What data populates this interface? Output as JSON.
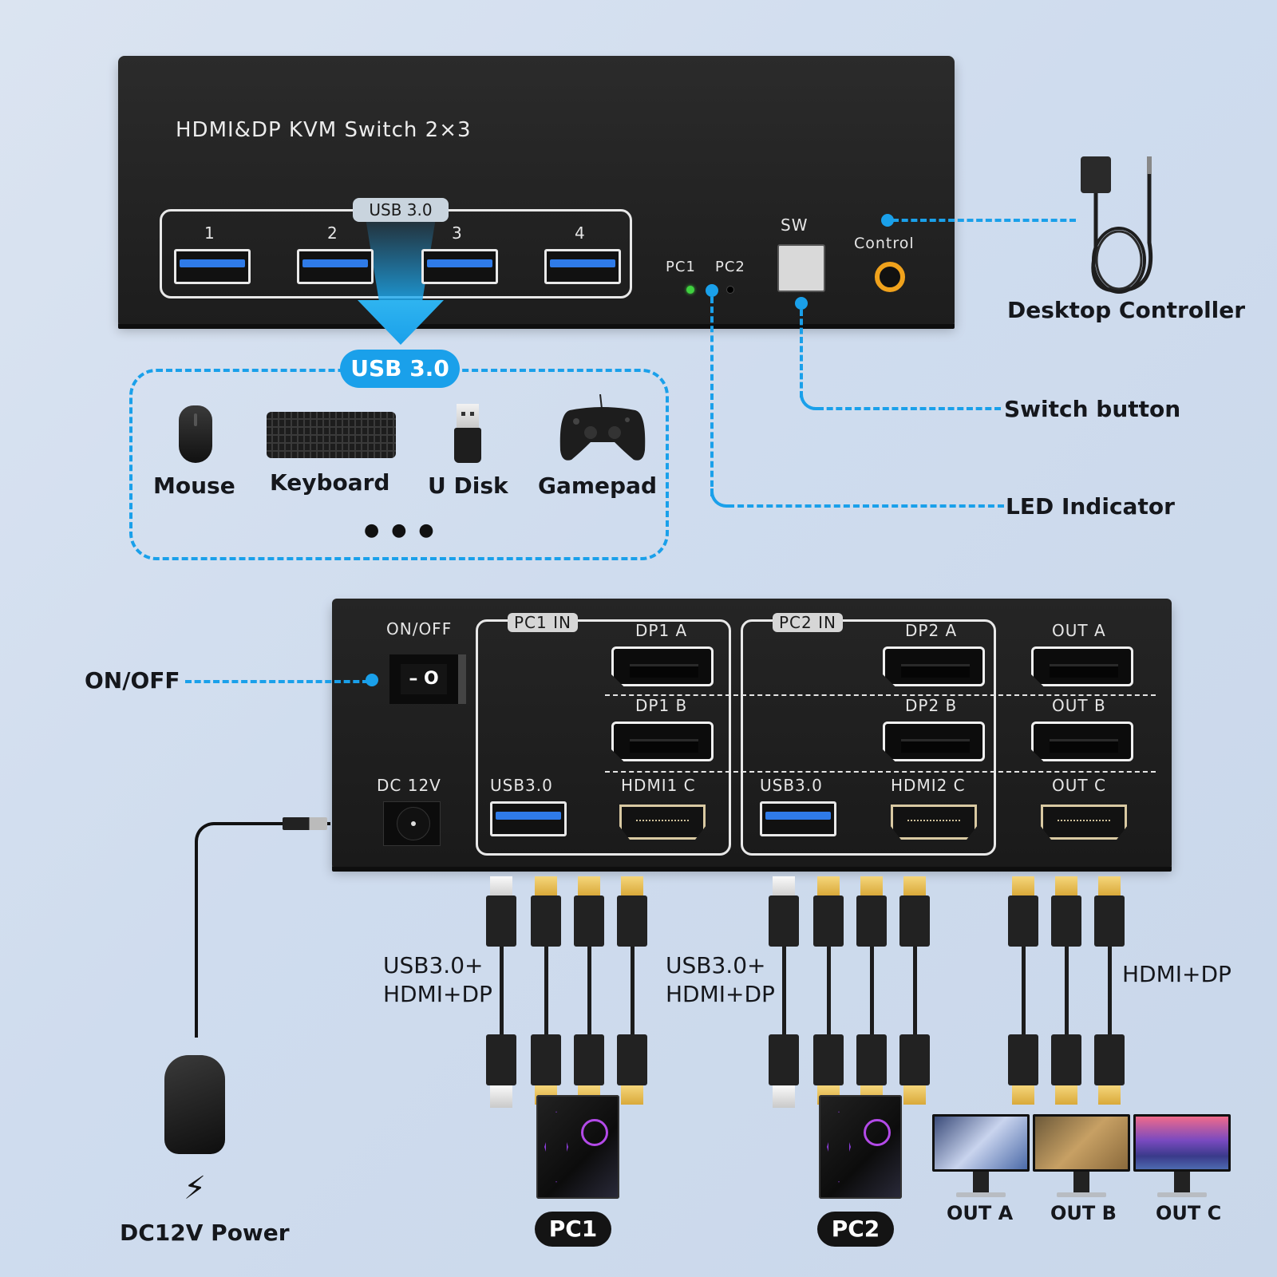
{
  "front_panel": {
    "title": "HDMI&DP KVM Switch 2×3",
    "usb_group_label": "USB 3.0",
    "usb_ports": [
      "1",
      "2",
      "3",
      "4"
    ],
    "led_labels": [
      "PC1",
      "PC2"
    ],
    "led_states": {
      "pc1": "on-green",
      "pc2": "off"
    },
    "switch_label": "SW",
    "control_label": "Control"
  },
  "callouts": {
    "desktop_controller": "Desktop Controller",
    "switch_button": "Switch button",
    "led_indicator": "LED Indicator",
    "on_off": "ON/OFF",
    "dc_power": "DC12V Power"
  },
  "usb_devices": {
    "badge": "USB 3.0",
    "items": [
      {
        "label": "Mouse",
        "icon": "mouse-icon"
      },
      {
        "label": "Keyboard",
        "icon": "keyboard-icon"
      },
      {
        "label": "U Disk",
        "icon": "usb-drive-icon"
      },
      {
        "label": "Gamepad",
        "icon": "gamepad-icon"
      }
    ],
    "more": "●  ●  ●"
  },
  "rear_panel": {
    "on_off_label": "ON/OFF",
    "dc_label": "DC 12V",
    "switch_symbols": "– O",
    "pc1_group": {
      "tag": "PC1 IN",
      "ports": [
        "DP1 A",
        "DP1 B",
        "HDMI1 C"
      ],
      "usb_label": "USB3.0"
    },
    "pc2_group": {
      "tag": "PC2 IN",
      "ports": [
        "DP2 A",
        "DP2 B",
        "HDMI2 C"
      ],
      "usb_label": "USB3.0"
    },
    "outputs": [
      "OUT A",
      "OUT B",
      "OUT C"
    ]
  },
  "cables": {
    "pc1_label_line1": "USB3.0+",
    "pc1_label_line2": "HDMI+DP",
    "pc2_label_line1": "USB3.0+",
    "pc2_label_line2": "HDMI+DP",
    "out_label": "HDMI+DP"
  },
  "bottom": {
    "pc1": "PC1",
    "pc2": "PC2",
    "monitors": [
      "OUT A",
      "OUT B",
      "OUT C"
    ]
  },
  "colors": {
    "accent_blue": "#1aa0ea",
    "panel_black": "#1d1d1d",
    "led_green": "#3fd13f",
    "control_jack": "#f0a21c"
  }
}
